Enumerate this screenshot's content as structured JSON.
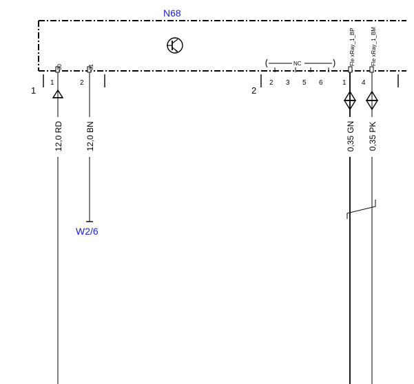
{
  "component": {
    "id": "N68",
    "connector_left": "1",
    "connector_right": "2"
  },
  "pins": {
    "p30": {
      "function": "30",
      "number": "1",
      "wire": "12,0 RD"
    },
    "p31": {
      "function": "31",
      "number": "2",
      "wire": "12,0 BN"
    },
    "pBP": {
      "function": "Fle xRay_1_BP",
      "number": "1",
      "wire": "0,35 GN"
    },
    "pBM": {
      "function": "Fle xRay_1_BM",
      "number": "4",
      "wire": "0,35 PK"
    }
  },
  "nc": {
    "label": "NC",
    "pins": [
      "2",
      "3",
      "5",
      "6"
    ]
  },
  "ground_ref": "W2/6",
  "colors": {
    "component_label": "#1a1ad6",
    "line": "#000000"
  },
  "icons": {
    "transistor": "transistor-symbol-icon"
  }
}
